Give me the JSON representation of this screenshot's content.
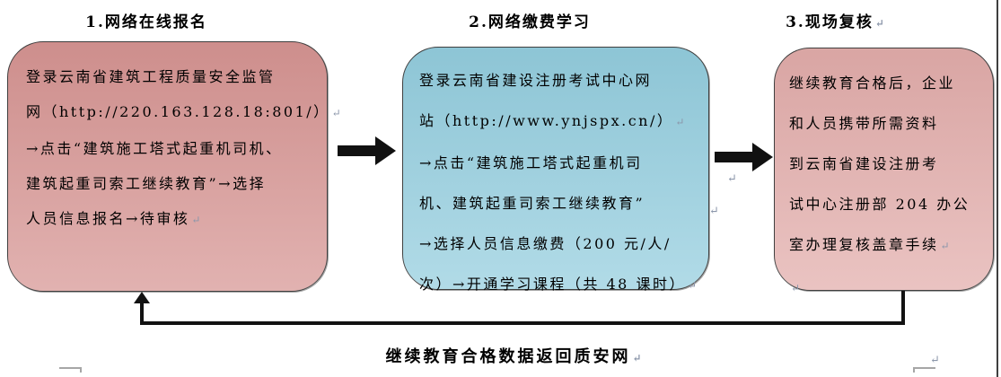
{
  "diagram": {
    "steps": [
      {
        "title": "1.网络在线报名",
        "lines": [
          "登录云南省建筑工程质量安全监管",
          "网（http://220.163.128.18:801/）",
          "→点击“建筑施工塔式起重机司机、",
          "建筑起重司索工继续教育”→选择",
          "人员信息报名→待审核"
        ]
      },
      {
        "title": "2.网络缴费学习",
        "lines": [
          "登录云南省建设注册考试中心网",
          "站（http://www.ynjspx.cn/）",
          "→点击“建筑施工塔式起重机司",
          "机、建筑起重司索工继续教育”",
          "→选择人员信息缴费（200 元/人/",
          "次）→开通学习课程（共 48 课时）"
        ]
      },
      {
        "title": "3.现场复核",
        "lines": [
          "继续教育合格后，企业",
          "和人员携带所需资料",
          "到云南省建设注册考",
          "试中心注册部 204 办公",
          "室办理复核盖章手续"
        ]
      }
    ],
    "caption": "继续教育合格数据返回质安网",
    "return_mark": "↵",
    "colors": {
      "step1_fill": "#d69492",
      "step2_fill": "#93cdde",
      "step3_fill": "#e2acaa",
      "box_border": "#3f3f3f",
      "arrow": "#111111",
      "corner_mark": "#a6a6a6"
    }
  }
}
